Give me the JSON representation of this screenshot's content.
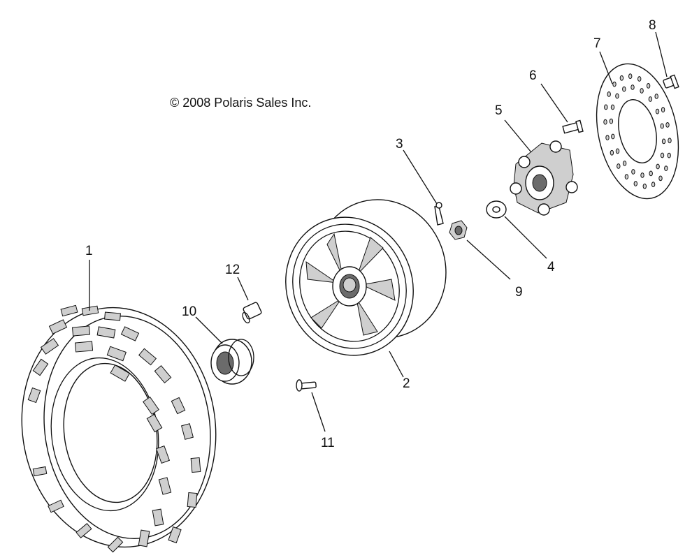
{
  "copyright": "© 2008 Polaris Sales Inc.",
  "callouts": [
    "1",
    "2",
    "3",
    "4",
    "5",
    "6",
    "7",
    "8",
    "9",
    "10",
    "11",
    "12"
  ]
}
